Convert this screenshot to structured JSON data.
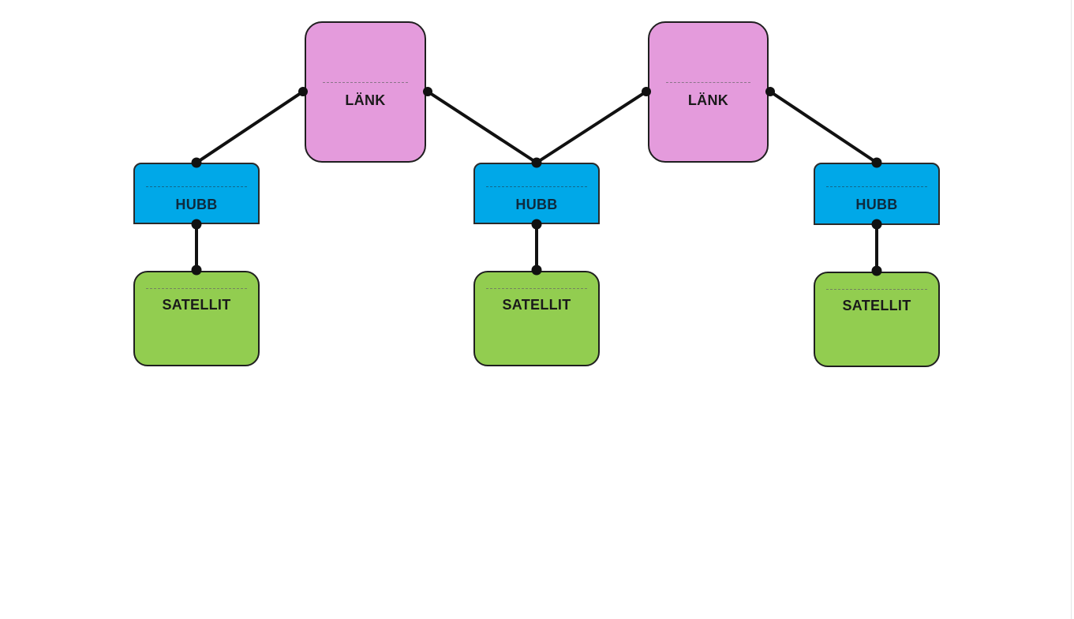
{
  "diagram": {
    "colors": {
      "link": "#e49bdc",
      "hub": "#00a8e8",
      "satellite": "#92cd50",
      "connector": "#111111"
    },
    "nodes": {
      "link_1": {
        "label": "LÄNK"
      },
      "link_2": {
        "label": "LÄNK"
      },
      "hub_1": {
        "label": "HUBB"
      },
      "hub_2": {
        "label": "HUBB"
      },
      "hub_3": {
        "label": "HUBB"
      },
      "satellite_1": {
        "label": "SATELLIT"
      },
      "satellite_2": {
        "label": "SATELLIT"
      },
      "satellite_3": {
        "label": "SATELLIT"
      }
    },
    "edges": [
      {
        "from": "link_1",
        "to": "hub_1"
      },
      {
        "from": "link_1",
        "to": "hub_2"
      },
      {
        "from": "link_2",
        "to": "hub_2"
      },
      {
        "from": "link_2",
        "to": "hub_3"
      },
      {
        "from": "hub_1",
        "to": "satellite_1"
      },
      {
        "from": "hub_2",
        "to": "satellite_2"
      },
      {
        "from": "hub_3",
        "to": "satellite_3"
      }
    ]
  }
}
